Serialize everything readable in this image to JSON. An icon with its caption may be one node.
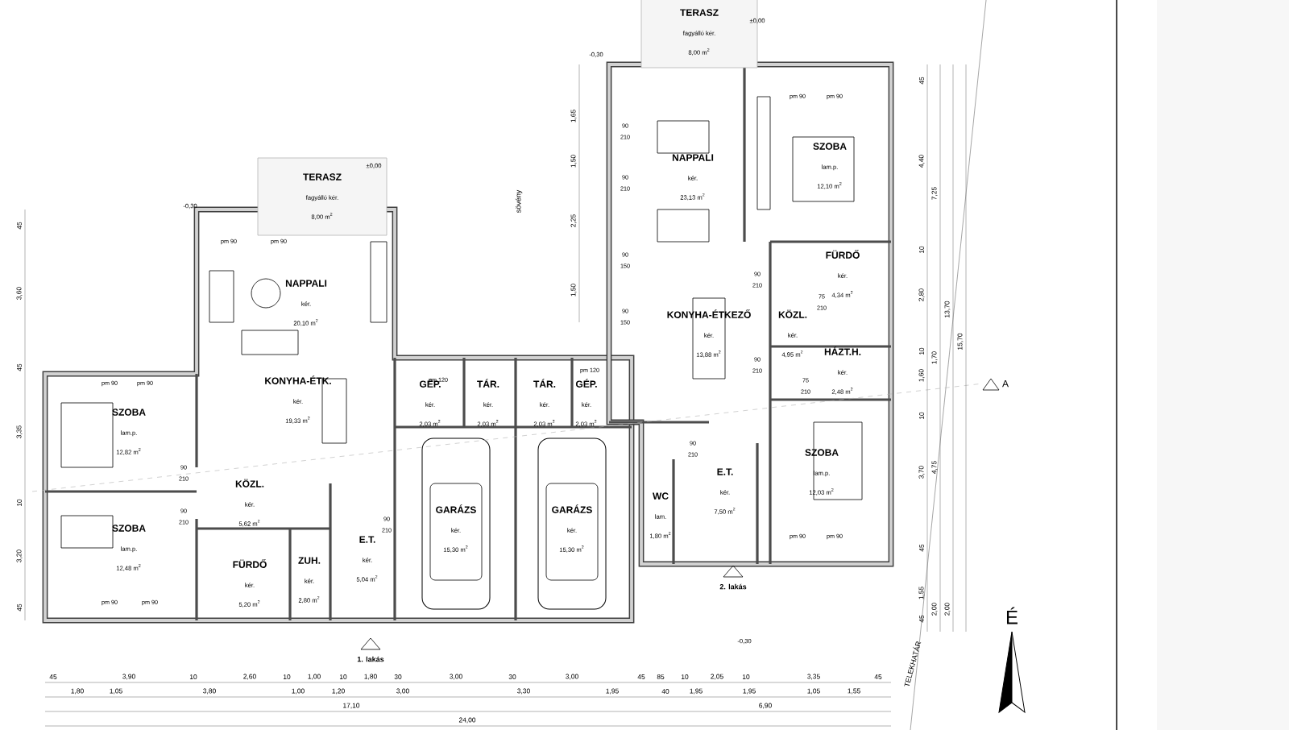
{
  "diagram": {
    "nodes": [
      {
        "text": [
          "TERASZ",
          "fagyálló kér.",
          "8,00 m$^{2}$"
        ]
      },
      {
        "text": [
          "NAPPALI",
          "kér.",
          "20,10 m$^{2}$"
        ]
      },
      {
        "text": [
          "KONYHA-ÉTK.",
          "kér.",
          "19,33 m$^{2}$"
        ]
      },
      {
        "text": [
          "SZOBA",
          "lam.p.",
          "12,82 m$^{2}$"
        ]
      },
      {
        "text": [
          "SZOBA",
          "lam.p.",
          "12,48 m$^{2}$"
        ]
      },
      {
        "text": [
          "KÖZL.",
          "kér.",
          "5,62 m$^{2}$"
        ]
      },
      {
        "text": [
          "FÜRDŐ",
          "kér.",
          "5,20 m$^{2}$"
        ]
      },
      {
        "text": [
          "ZUH.",
          "kér.",
          "2,80 m$^{2}$"
        ]
      },
      {
        "text": [
          "E.T.",
          "kér.",
          "5,04 m$^{2}$"
        ]
      },
      {
        "text": [
          "GÉP.",
          "kér.",
          "2,03 m$^{2}$"
        ]
      },
      {
        "text": [
          "TÁR.",
          "kér.",
          "2,03 m$^{2}$"
        ]
      },
      {
        "text": [
          "TÁR.",
          "kér.",
          "2,03 m$^{2}$"
        ]
      },
      {
        "text": [
          "GÉP.",
          "kér.",
          "2,03 m$^{2}$"
        ]
      },
      {
        "text": [
          "GARÁZS",
          "kér.",
          "15,30 m$^{2}$"
        ]
      },
      {
        "text": [
          "GARÁZS",
          "kér.",
          "15,30 m$^{2}$"
        ]
      },
      {
        "text": [
          "TERASZ",
          "fagyálló kér.",
          "8,00 m$^{2}$"
        ]
      },
      {
        "text": [
          "NAPPALI",
          "kér.",
          "23,13 m$^{2}$"
        ]
      },
      {
        "text": [
          "KONYHA-ÉTKEZŐ",
          "kér.",
          "13,88 m$^{2}$"
        ]
      },
      {
        "text": [
          "SZOBA",
          "lam.p.",
          "12,10 m$^{2}$"
        ]
      },
      {
        "text": [
          "FÜRDŐ",
          "kér.",
          "4,34 m$^{2}$"
        ]
      },
      {
        "text": [
          "KÖZL.",
          "kér.",
          "4,95 m$^{2}$"
        ]
      },
      {
        "text": [
          "HÁZT.H.",
          "kér.",
          "2,48 m$^{2}$"
        ]
      },
      {
        "text": [
          "SZOBA",
          "lam.p.",
          "12,03 m$^{2}$"
        ]
      },
      {
        "text": [
          "WC",
          "lam.",
          "1,80 m$^{2}$"
        ]
      },
      {
        "text": [
          "E.T.",
          "kér.",
          "7,50 m$^{2}$"
        ]
      }
    ],
    "labels": [
      "-0,30",
      "±0,00",
      "-0,30",
      "±0,00",
      "-0,30",
      "sövény",
      "1. lakás",
      "2. lakás",
      "A",
      "É",
      "TELEKHATÁR",
      "pm 90",
      "pm 90",
      "pm 90",
      "pm 90",
      "pm 90",
      "pm 90",
      "pm 120",
      "pm 120",
      "pm 90",
      "pm 90",
      "pm 90",
      "pm 90",
      "90",
      "210",
      "90",
      "210",
      "90",
      "210",
      "90",
      "210",
      "90",
      "210",
      "90",
      "150",
      "90",
      "150",
      "90",
      "210",
      "90",
      "210",
      "75",
      "210",
      "75",
      "210",
      "90",
      "210",
      "45",
      "3,90",
      "10",
      "2,60",
      "10",
      "1,00",
      "10",
      "1,80",
      "30",
      "3,00",
      "30",
      "3,00",
      "45",
      "85",
      "10",
      "2,05",
      "10",
      "3,35",
      "45",
      "1,80",
      "1,05",
      "3,80",
      "1,00",
      "1,20",
      "3,00",
      "3,30",
      "1,95",
      "40",
      "1,95",
      "1,95",
      "1,05",
      "1,55",
      "17,10",
      "6,90",
      "24,00",
      "45",
      "4,40",
      "7,25",
      "10",
      "2,80",
      "13,70",
      "15,70",
      "10",
      "1,70",
      "1,60",
      "10",
      "3,70",
      "4,75",
      "45",
      "1,55",
      "2,00",
      "2,00",
      "45",
      "45",
      "3,60",
      "45",
      "3,35",
      "10",
      "3,20",
      "45",
      "1,65",
      "1,50",
      "2,25",
      "1,50"
    ]
  }
}
